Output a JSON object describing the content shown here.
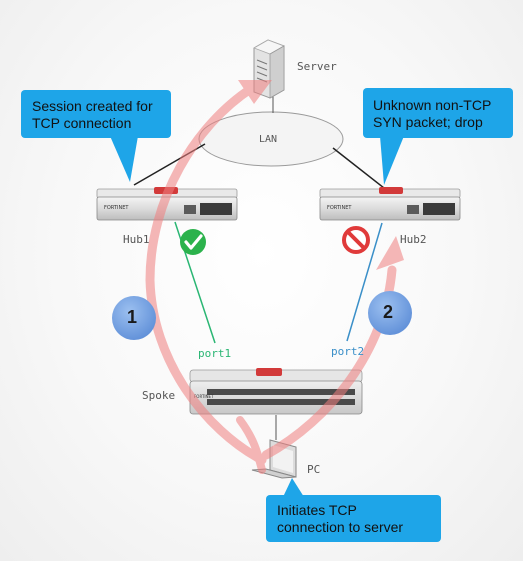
{
  "labels": {
    "server": "Server",
    "lan": "LAN",
    "hub1": "Hub1",
    "hub2": "Hub2",
    "spoke": "Spoke",
    "pc": "PC",
    "port1": "port1",
    "port2": "port2",
    "step1": "1",
    "step2": "2"
  },
  "callouts": {
    "hub1": {
      "line1": "Session created for",
      "line2": "TCP connection"
    },
    "hub2": {
      "line1": "Unknown non-TCP",
      "line2": "SYN packet; drop"
    },
    "pc": {
      "line1": "Initiates TCP",
      "line2": "connection to server"
    }
  },
  "colors": {
    "callout": "#1ea5e8",
    "arrow": "#f08080",
    "step_badge": "#6f9ee2",
    "ok_badge": "#2bb24c",
    "deny_badge": "#e03a3a",
    "port1_link": "#2ab673",
    "port2_link": "#3a8fc8",
    "device_brand": "#d23a3a"
  },
  "icons": {
    "server": "server-icon",
    "pc": "laptop-icon",
    "ok": "checkmark-icon",
    "deny": "no-entry-icon"
  }
}
